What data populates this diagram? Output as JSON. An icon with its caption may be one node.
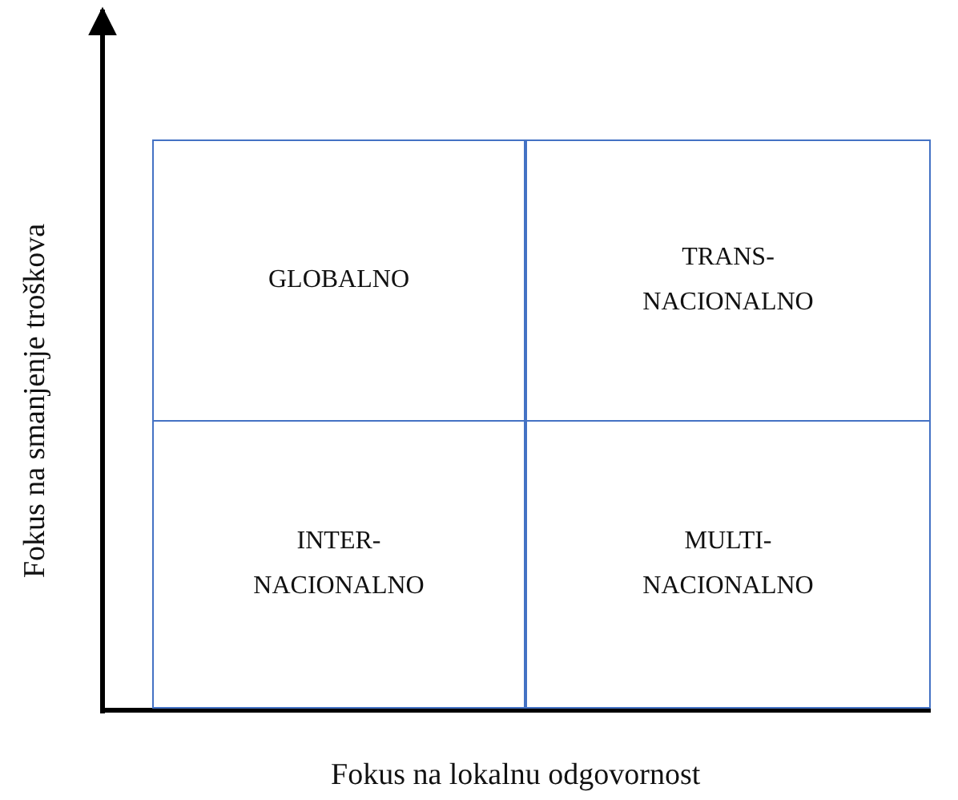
{
  "diagram": {
    "nodes": [
      {
        "text": [
          "GLOBALNO"
        ]
      },
      {
        "text": [
          "TRANS- NACIONALNO"
        ]
      },
      {
        "text": [
          "INTER- NACIONALNO"
        ]
      },
      {
        "text": [
          "MULTI- NACIONALNO"
        ]
      }
    ],
    "labels": [
      "Fokus na smanjenje troškova",
      "Fokus na lokalnu odgovornost"
    ]
  }
}
